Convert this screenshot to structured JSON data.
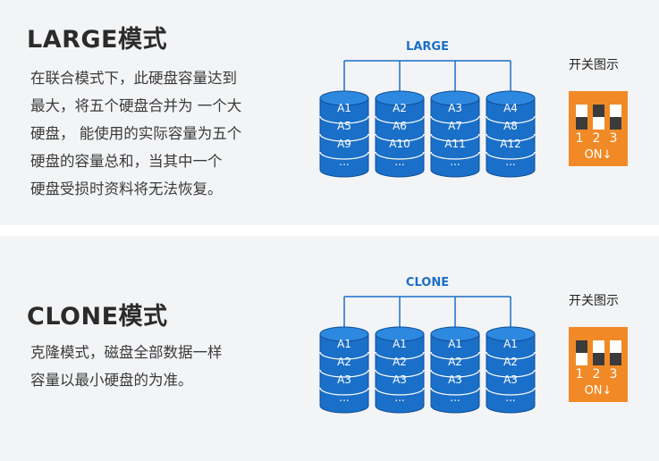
{
  "colors": {
    "disk_blue": "#1a6fc9",
    "disk_top": "#2d88e0",
    "switch_orange": "#f18a26",
    "panel_bg": "#f3f4f6"
  },
  "large": {
    "title": "LARGE模式",
    "desc_lines": [
      "在联合模式下，此硬盘容量达到",
      "最大，将五个硬盘合并为 一个大",
      "硬盘， 能使用的实际容量为五个",
      "硬盘的容量总和，当其中一个",
      "硬盘受损时资料将无法恢复。"
    ],
    "diagram_label": "LARGE",
    "switch_title": "开关图示",
    "switch_nums": "123",
    "switch_on": "ON↓",
    "switch_states": [
      "down",
      "up",
      "down"
    ],
    "disks": [
      [
        "A1",
        "A5",
        "A9",
        "..."
      ],
      [
        "A2",
        "A6",
        "A10",
        "..."
      ],
      [
        "A3",
        "A7",
        "A11",
        "..."
      ],
      [
        "A4",
        "A8",
        "A12",
        "..."
      ]
    ]
  },
  "clone": {
    "title": "CLONE模式",
    "desc_lines": [
      "克隆模式，磁盘全部数据一样",
      "容量以最小硬盘的为准。"
    ],
    "diagram_label": "CLONE",
    "switch_title": "开关图示",
    "switch_nums": "123",
    "switch_on": "ON↓",
    "switch_states": [
      "up",
      "down",
      "down"
    ],
    "disks": [
      [
        "A1",
        "A2",
        "A3",
        "..."
      ],
      [
        "A1",
        "A2",
        "A3",
        "..."
      ],
      [
        "A1",
        "A2",
        "A3",
        "..."
      ],
      [
        "A1",
        "A2",
        "A3",
        "..."
      ]
    ]
  }
}
